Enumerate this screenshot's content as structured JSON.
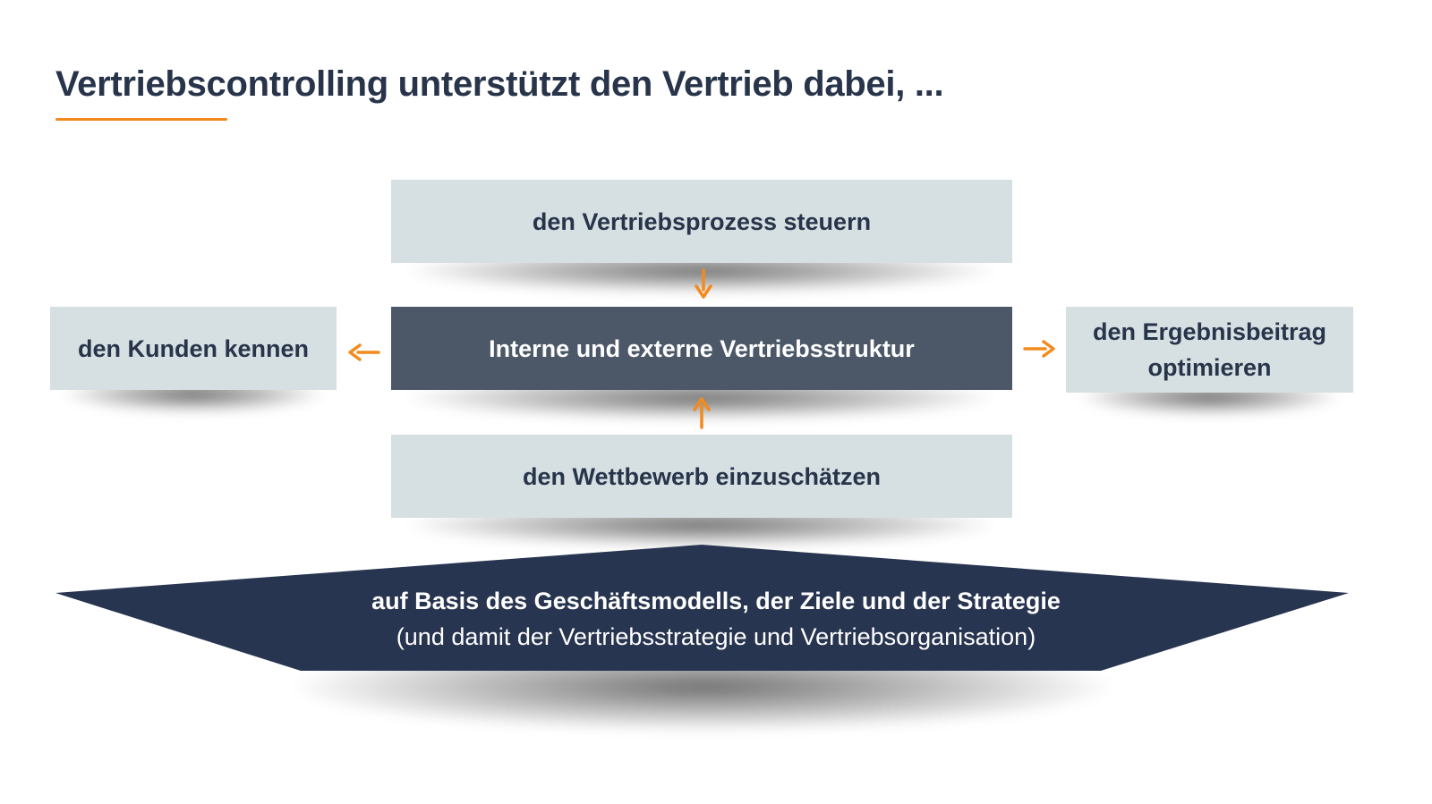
{
  "title": "Vertriebscontrolling unterstützt den Vertrieb dabei, ...",
  "colors": {
    "accent": "#f28a1e",
    "navy": "#27344a",
    "dark_box": "#4c5868",
    "light_box": "#d6dfe2"
  },
  "boxes": {
    "top": "den Vertriebsprozess steuern",
    "center": "Interne und externe Vertriebsstruktur",
    "bottom": "den Wettbewerb einzuschätzen",
    "left": "den Kunden kennen",
    "right_line1": "den Ergebnisbeitrag",
    "right_line2": "optimieren"
  },
  "basis": {
    "line1": "auf Basis des Geschäftsmodells, der Ziele und der Strategie",
    "line2": "(und damit der Vertriebsstrategie und Vertriebsorganisation)"
  },
  "arrows": [
    "arrow-down-icon",
    "arrow-up-icon",
    "arrow-left-icon",
    "arrow-right-icon"
  ]
}
